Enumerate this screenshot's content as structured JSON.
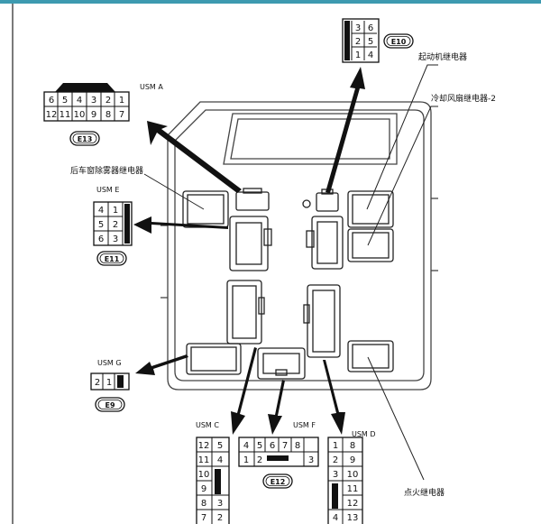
{
  "colors": {
    "header_rule": "#3d9ab0",
    "ink": "#111111",
    "case": "#444444"
  },
  "labels": {
    "usm_a": "USM A",
    "usm_e": "USM E",
    "usm_g": "USM G",
    "usm_c": "USM C",
    "usm_f": "USM F",
    "usm_d": "USM D",
    "starter_relay": "起动机继电器",
    "fan_relay_2": "冷却风扇继电器-2",
    "defogger_relay": "后车窗除雾器继电器",
    "ignition_relay": "点火继电器"
  },
  "connectors": {
    "e10": {
      "tag": "E10",
      "pins": [
        "3",
        "6",
        "2",
        "5",
        "1",
        "4"
      ]
    },
    "e13": {
      "tag": "E13",
      "top_row": [
        "6",
        "5",
        "4",
        "3",
        "2",
        "1"
      ],
      "bottom_row": [
        "12",
        "11",
        "10",
        "9",
        "8",
        "7"
      ]
    },
    "e11": {
      "tag": "E11",
      "pins": [
        "4",
        "1",
        "5",
        "2",
        "6",
        "3"
      ]
    },
    "e9": {
      "tag": "E9",
      "pins": [
        "2",
        "1"
      ]
    },
    "e12": {
      "tag": "E12",
      "top_row": [
        "4",
        "5",
        "6",
        "7",
        "8"
      ],
      "bottom_row": [
        "1",
        "2",
        "3"
      ]
    },
    "usm_c_pins": {
      "left": [
        "12",
        "11",
        "10",
        "9",
        "8",
        "7"
      ],
      "right": [
        "5",
        "4",
        "",
        "",
        "3",
        "2"
      ]
    },
    "usm_d_pins": {
      "left": [
        "1",
        "2",
        "3",
        "",
        "",
        "4"
      ],
      "right": [
        "8",
        "9",
        "10",
        "11",
        "12",
        "13"
      ]
    }
  }
}
